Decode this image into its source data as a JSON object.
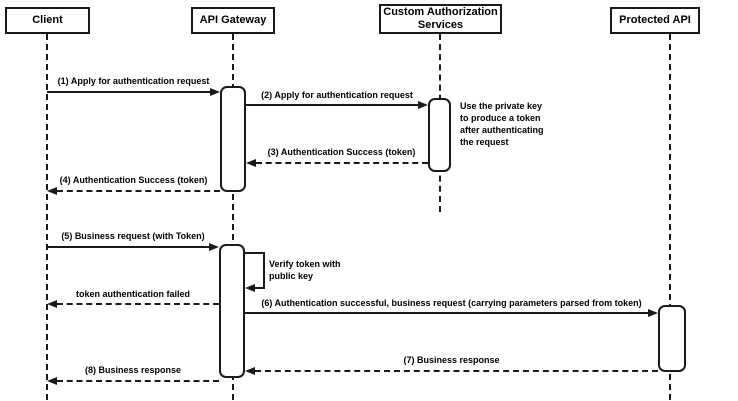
{
  "diagram": {
    "type": "uml-sequence",
    "colors": {
      "line": "#1a1a1a",
      "fill": "#ffffff",
      "background": "#ffffff"
    },
    "actors": [
      {
        "id": "client",
        "label": "Client"
      },
      {
        "id": "api-gateway",
        "label": "API Gateway"
      },
      {
        "id": "custom-auth",
        "label": "Custom Authorization Services"
      },
      {
        "id": "protected-api",
        "label": "Protected API"
      }
    ],
    "messages": [
      {
        "seq": 1,
        "label": "(1) Apply for authentication request",
        "from": "client",
        "to": "api-gateway",
        "style": "solid"
      },
      {
        "seq": 2,
        "label": "(2) Apply for authentication request",
        "from": "api-gateway",
        "to": "custom-auth",
        "style": "solid"
      },
      {
        "seq": 3,
        "label": "(3) Authentication Success (token)",
        "from": "custom-auth",
        "to": "api-gateway",
        "style": "dashed"
      },
      {
        "seq": 4,
        "label": "(4) Authentication Success (token)",
        "from": "api-gateway",
        "to": "client",
        "style": "dashed"
      },
      {
        "seq": 5,
        "label": "(5) Business request (with Token)",
        "from": "client",
        "to": "api-gateway",
        "style": "solid"
      },
      {
        "seq": 6,
        "label": "Verify token with public key",
        "from": "api-gateway",
        "to": "api-gateway",
        "style": "self"
      },
      {
        "seq": 7,
        "label": "token authentication failed",
        "from": "api-gateway",
        "to": "client",
        "style": "dashed"
      },
      {
        "seq": 8,
        "label": "(6) Authentication successful, business request (carrying parameters parsed from token)",
        "from": "api-gateway",
        "to": "protected-api",
        "style": "solid"
      },
      {
        "seq": 9,
        "label": "(7) Business response",
        "from": "protected-api",
        "to": "api-gateway",
        "style": "dashed"
      },
      {
        "seq": 10,
        "label": "(8) Business response",
        "from": "api-gateway",
        "to": "client",
        "style": "dashed"
      }
    ],
    "notes": [
      {
        "label": "Use the private key to produce a token after authenticating the request",
        "attached_to": "custom-auth"
      }
    ]
  }
}
